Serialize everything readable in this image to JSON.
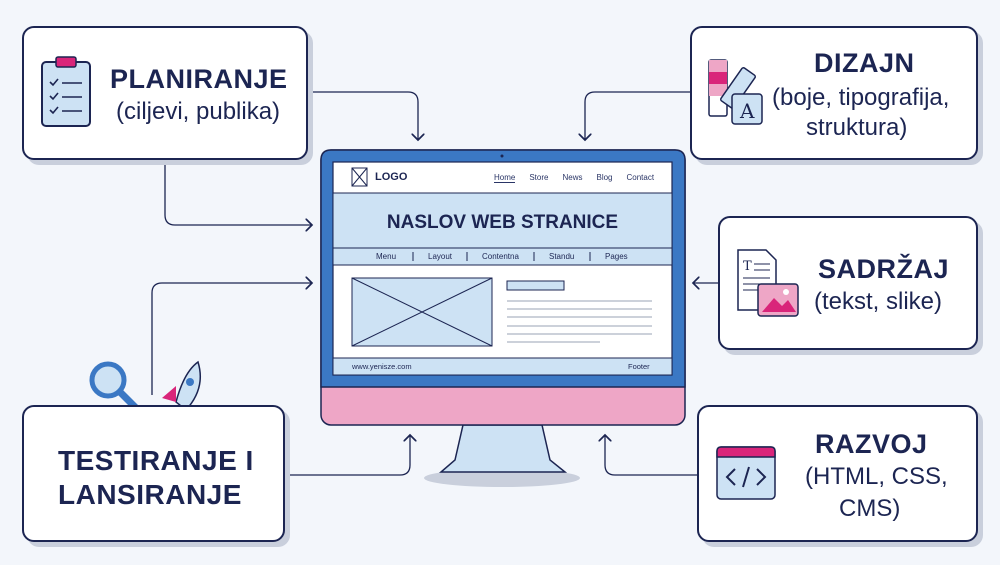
{
  "steps": {
    "planiranje": {
      "title": "PLANIRANJE",
      "subtitle": "(ciljevi, publika)"
    },
    "dizajn": {
      "title": "DIZAJN",
      "subtitle_1": "(boje, tipografija,",
      "subtitle_2": "struktura)"
    },
    "sadrzaj": {
      "title": "SADRŽAJ",
      "subtitle": "(tekst, slike)"
    },
    "testiranje": {
      "title_1": "TESTIRANJE I",
      "title_2": "LANSIRANJE"
    },
    "razvoj": {
      "title": "RAZVOJ",
      "subtitle_1": "(HTML, CSS,",
      "subtitle_2": "CMS)"
    }
  },
  "website": {
    "logo": "LOGO",
    "nav": [
      "Home",
      "Store",
      "News",
      "Blog",
      "Contact"
    ],
    "headline": "NASLOV WEB STRANICE",
    "menu": [
      "Menu",
      "Layout",
      "Contentna",
      "Standu",
      "Pages"
    ],
    "url": "www.yenisze.com",
    "footer": "Footer"
  },
  "colors": {
    "navy": "#1c2552",
    "blue": "#3b78c4",
    "light_blue": "#cde2f4",
    "pink": "#eea6c6",
    "magenta": "#d9257a"
  }
}
